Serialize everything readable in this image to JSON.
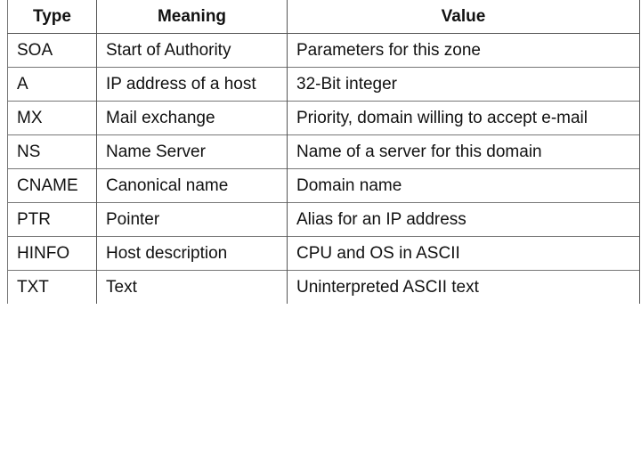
{
  "table": {
    "headers": [
      "Type",
      "Meaning",
      "Value"
    ],
    "rows": [
      [
        "SOA",
        "Start of Authority",
        "Parameters for this zone"
      ],
      [
        "A",
        "IP address of a host",
        "32-Bit integer"
      ],
      [
        "MX",
        "Mail exchange",
        "Priority, domain willing to accept e-mail"
      ],
      [
        "NS",
        "Name Server",
        "Name of a server for this domain"
      ],
      [
        "CNAME",
        "Canonical name",
        "Domain name"
      ],
      [
        "PTR",
        "Pointer",
        "Alias for an IP address"
      ],
      [
        "HINFO",
        "Host description",
        "CPU and OS in ASCII"
      ],
      [
        "TXT",
        "Text",
        "Uninterpreted ASCII text"
      ]
    ]
  }
}
